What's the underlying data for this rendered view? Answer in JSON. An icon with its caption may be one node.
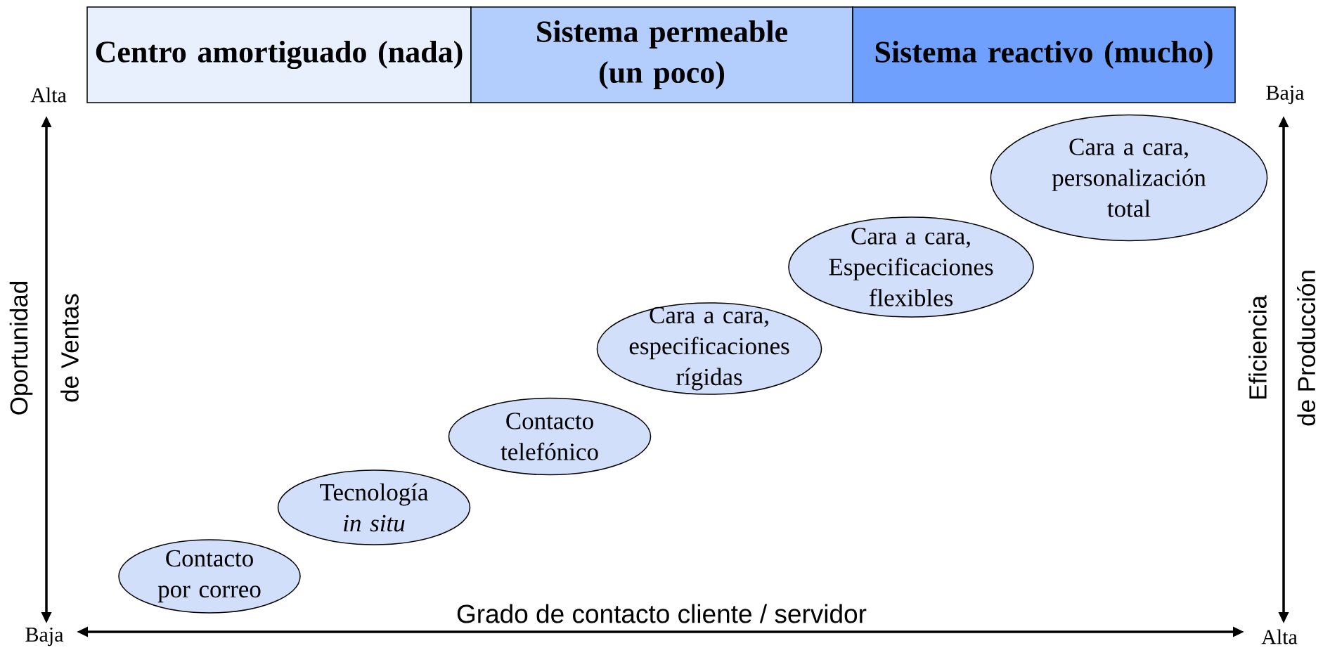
{
  "diagram": {
    "nodes": [
      {
        "text": [
          "Centro amortiguado (nada)"
        ]
      },
      {
        "text": [
          "Sistema permeable (un poco)"
        ]
      },
      {
        "text": [
          "Sistema reactivo (mucho)"
        ]
      },
      {
        "text": [
          "Contacto por correo"
        ]
      },
      {
        "text": [
          "Tecnología *in situ*"
        ]
      },
      {
        "text": [
          "Contacto telefónico"
        ]
      },
      {
        "text": [
          "Cara a cara, especificaciones rígidas"
        ]
      },
      {
        "text": [
          "Cara a cara, Especificaciones flexibles"
        ]
      },
      {
        "text": [
          "Cara a cara, personalización total"
        ]
      }
    ],
    "edges": [],
    "labels": [
      "Alta",
      "Baja",
      "Oportunidad",
      "de Ventas",
      "Eficiencia",
      "de Producción",
      "Grado de contacto cliente / servidor",
      "Baja",
      "Alta"
    ]
  }
}
